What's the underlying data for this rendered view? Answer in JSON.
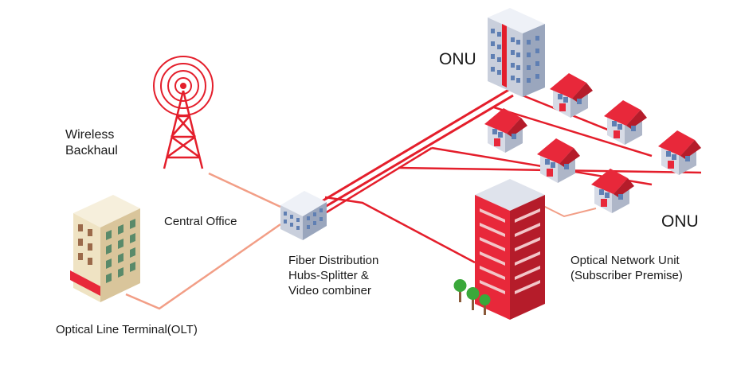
{
  "labels": {
    "wireless_line1": "Wireless",
    "wireless_line2": "Backhaul",
    "central_office": "Central Office",
    "olt": "Optical Line Terminal(OLT)",
    "fiber_line1": "Fiber Distribution",
    "fiber_line2": "Hubs-Splitter &",
    "fiber_line3": "Video combiner",
    "onu_top": "ONU",
    "onu_right": "ONU",
    "optical_network_unit_line1": "Optical Network Unit",
    "optical_network_unit_line2": "(Subscriber Premise)"
  },
  "colors": {
    "fiber_red": "#e41e2b",
    "fiber_light": "#f29e86",
    "roof_red": "#e8283a",
    "house_wall": "#d7dbe6",
    "building_grey": "#c9cfdc",
    "olt_beige": "#efe3c3",
    "tree_green": "#3aa83a"
  }
}
